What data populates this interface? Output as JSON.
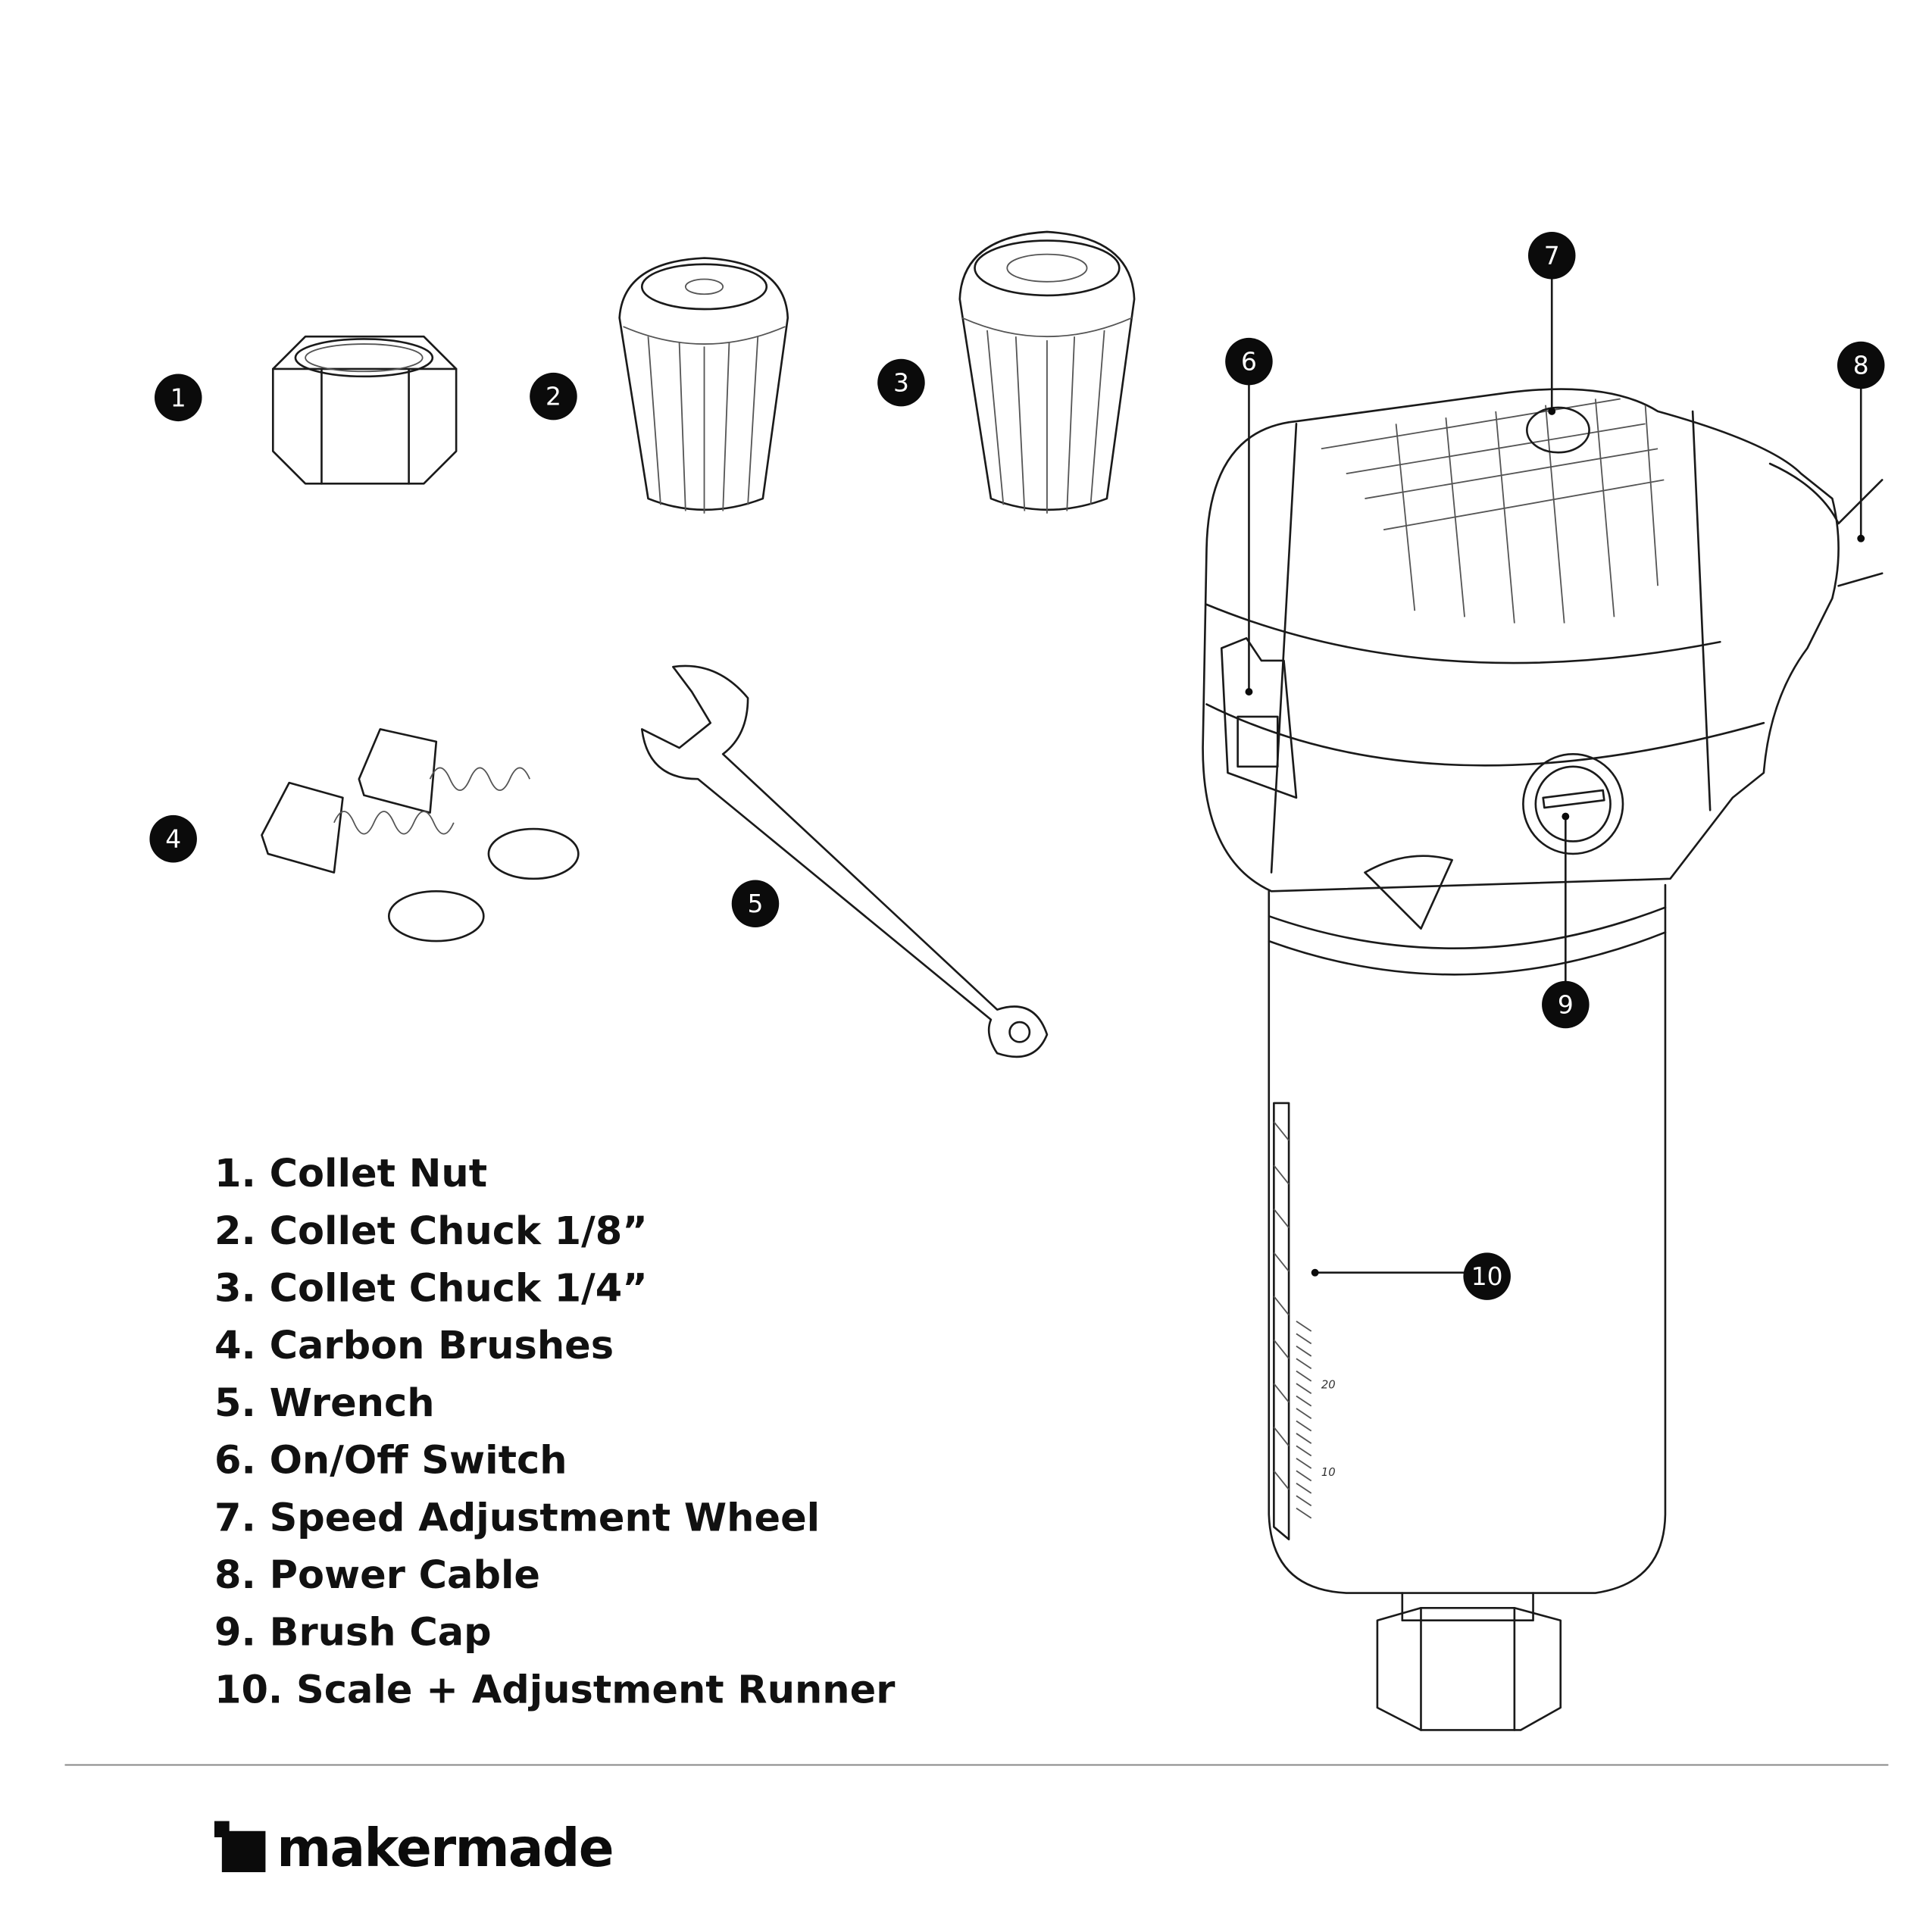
{
  "callouts": [
    "1",
    "2",
    "3",
    "4",
    "5",
    "6",
    "7",
    "8",
    "9",
    "10"
  ],
  "parts_list": [
    "1. Collet Nut",
    "2. Collet Chuck 1/8”",
    "3. Collet Chuck 1/4”",
    "4. Carbon Brushes",
    "5. Wrench",
    "6. On/Off Switch",
    "7. Speed Adjustment Wheel",
    "8. Power Cable",
    "9. Brush Cap",
    "10. Scale + Adjustment Runner"
  ],
  "scale_labels": [
    "20",
    "10"
  ],
  "brand": {
    "name": "makermade"
  }
}
